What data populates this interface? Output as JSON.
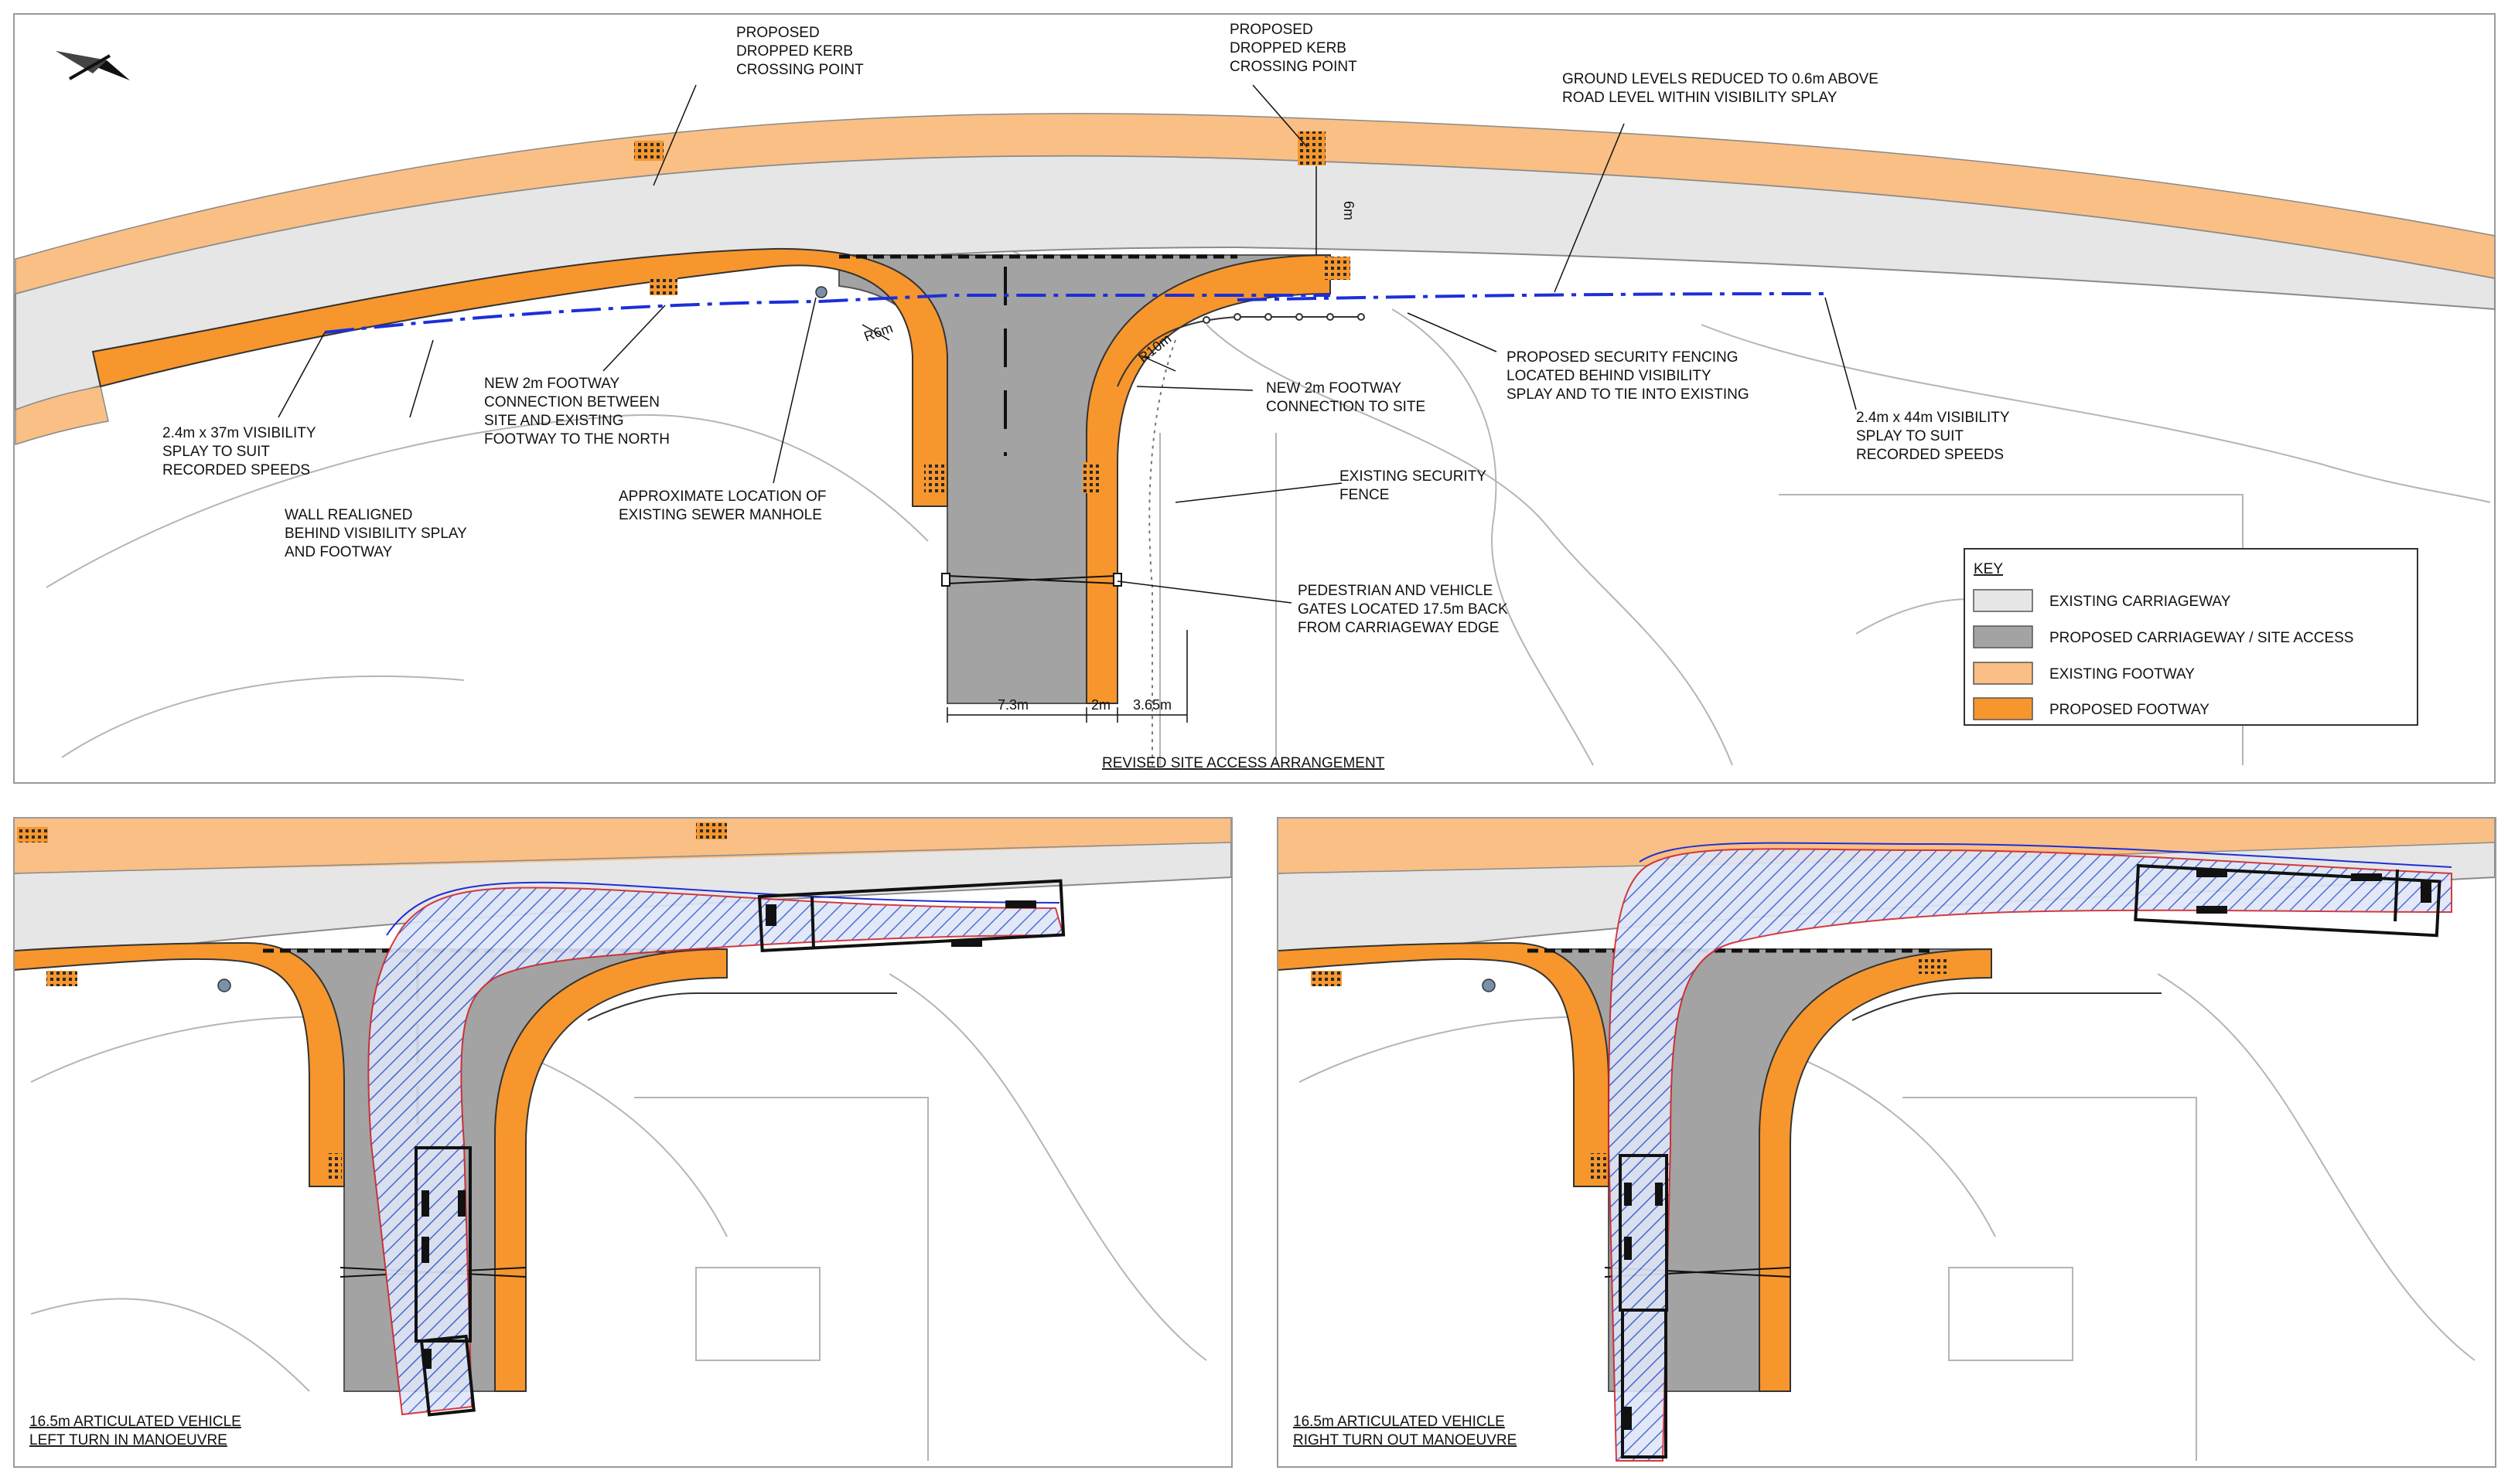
{
  "colors": {
    "existing_carriageway": "#e6e6e6",
    "proposed_carriageway": "#a3a3a3",
    "existing_footway": "#f9bf85",
    "proposed_footway": "#f6962d",
    "visibility_splay": "#1c2fd8",
    "swept_path_fill": "#3c5fd6",
    "swept_path_outline": "#d0262b",
    "linework": "#9a9a9a"
  },
  "main_panel": {
    "title": "REVISED SITE ACCESS ARRANGEMENT",
    "labels": {
      "dropped_kerb_west": [
        "PROPOSED",
        "DROPPED KERB",
        "CROSSING POINT"
      ],
      "dropped_kerb_east": [
        "PROPOSED",
        "DROPPED KERB",
        "CROSSING POINT"
      ],
      "ground_levels": [
        "GROUND LEVELS REDUCED TO 0.6m ABOVE",
        "ROAD LEVEL WITHIN VISIBILITY SPLAY"
      ],
      "splay_37": [
        "2.4m x 37m VISIBILITY",
        "SPLAY TO SUIT",
        "RECORDED SPEEDS"
      ],
      "wall_realigned": [
        "WALL REALIGNED",
        "BEHIND VISIBILITY SPLAY",
        "AND FOOTWAY"
      ],
      "new_footway_north": [
        "NEW 2m FOOTWAY",
        "CONNECTION BETWEEN",
        "SITE AND EXISTING",
        "FOOTWAY TO THE NORTH"
      ],
      "sewer_manhole": [
        "APPROXIMATE LOCATION OF",
        "EXISTING SEWER MANHOLE"
      ],
      "new_footway_site": [
        "NEW 2m FOOTWAY",
        "CONNECTION TO SITE"
      ],
      "security_fencing": [
        "PROPOSED SECURITY FENCING",
        "LOCATED BEHIND VISIBILITY",
        "SPLAY AND TO TIE INTO EXISTING"
      ],
      "existing_fence": [
        "EXISTING SECURITY",
        "FENCE"
      ],
      "splay_44": [
        "2.4m x 44m VISIBILITY",
        "SPLAY TO SUIT",
        "RECORDED SPEEDS"
      ],
      "gates": [
        "PEDESTRIAN AND VEHICLE",
        "GATES LOCATED 17.5m BACK",
        "FROM CARRIAGEWAY EDGE"
      ]
    },
    "dimensions": {
      "radius_west": "R6m",
      "radius_east": "R10m",
      "offset_6m": "6m",
      "carriageway_width": "7.3m",
      "footway_width": "2m",
      "verge_width": "3.65m"
    }
  },
  "key": {
    "heading": "KEY",
    "items": [
      {
        "label": "EXISTING CARRIAGEWAY",
        "color": "#e6e6e6"
      },
      {
        "label": "PROPOSED CARRIAGEWAY / SITE ACCESS",
        "color": "#a3a3a3"
      },
      {
        "label": "EXISTING FOOTWAY",
        "color": "#f9bf85"
      },
      {
        "label": "PROPOSED FOOTWAY",
        "color": "#f6962d"
      }
    ]
  },
  "left_panel": {
    "caption": [
      "16.5m ARTICULATED VEHICLE",
      "LEFT TURN IN MANOEUVRE"
    ]
  },
  "right_panel": {
    "caption": [
      "16.5m ARTICULATED VEHICLE",
      "RIGHT TURN OUT MANOEUVRE"
    ]
  }
}
